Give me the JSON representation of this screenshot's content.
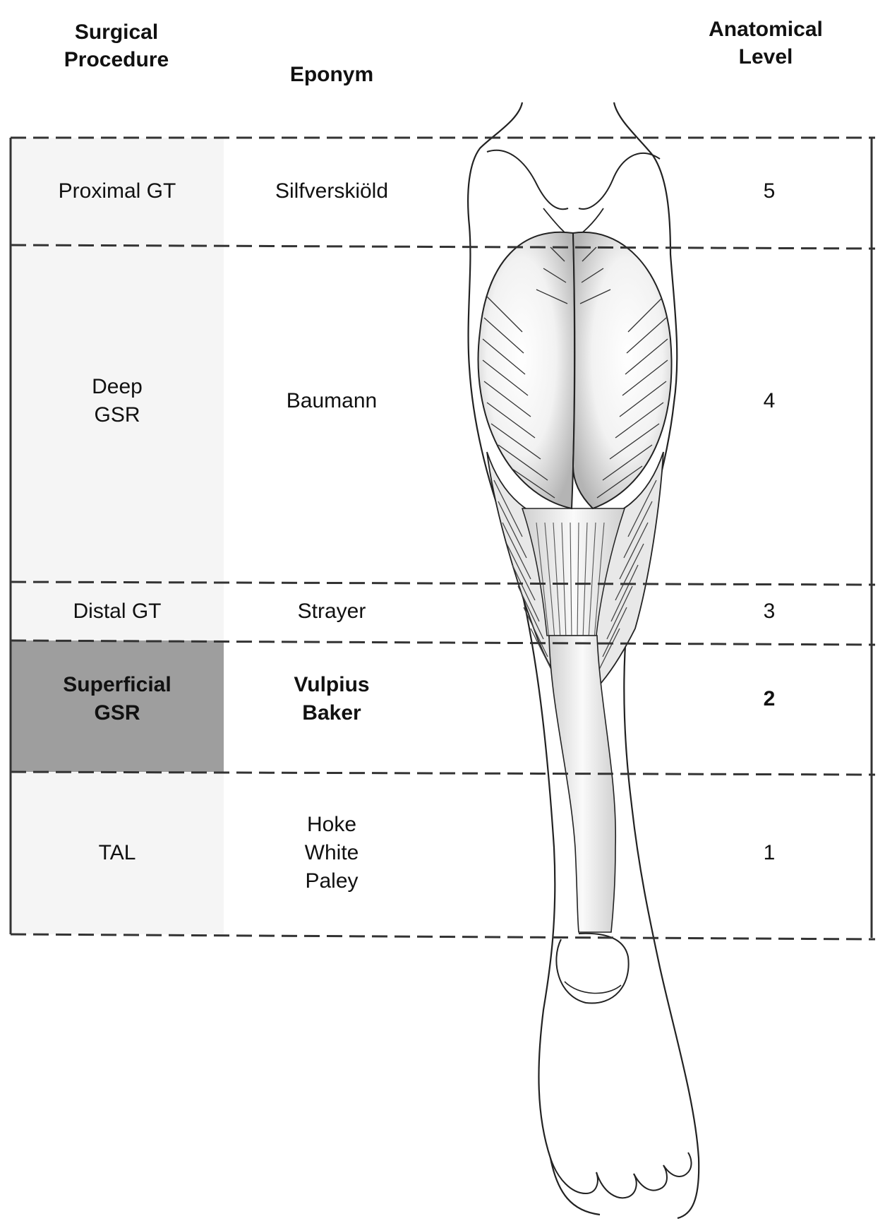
{
  "headers": {
    "procedure": [
      "Surgical",
      "Procedure"
    ],
    "eponym": "Eponym",
    "level": [
      "Anatomical",
      "Level"
    ]
  },
  "rows": [
    {
      "procedure": [
        "Proximal GT"
      ],
      "eponym": [
        "Silfverskiöld"
      ],
      "level": "5",
      "highlight": false
    },
    {
      "procedure": [
        "Deep",
        "GSR"
      ],
      "eponym": [
        "Baumann"
      ],
      "level": "4",
      "highlight": false
    },
    {
      "procedure": [
        "Distal GT"
      ],
      "eponym": [
        "Strayer"
      ],
      "level": "3",
      "highlight": false
    },
    {
      "procedure": [
        "Superficial",
        "GSR"
      ],
      "eponym": [
        "Vulpius",
        "Baker"
      ],
      "level": "2",
      "highlight": true
    },
    {
      "procedure": [
        "TAL"
      ],
      "eponym": [
        "Hoke",
        "White",
        "Paley"
      ],
      "level": "1",
      "highlight": false
    }
  ],
  "colors": {
    "highlight": "#9e9e9e",
    "procedure_bg": "#f5f5f5",
    "line": "#333333"
  }
}
